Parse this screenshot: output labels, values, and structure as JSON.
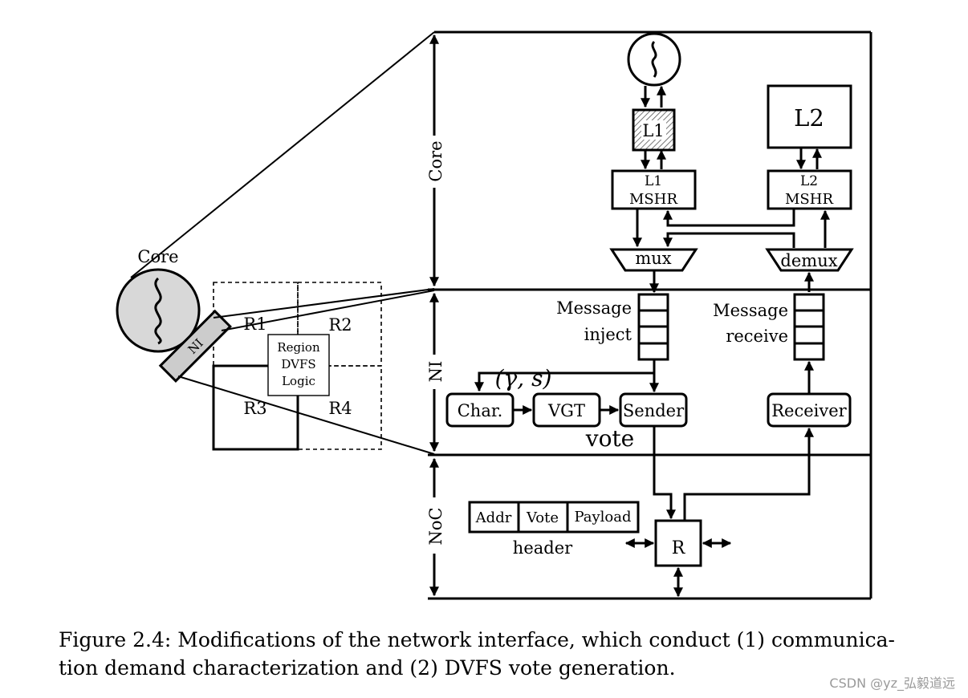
{
  "diagram": {
    "core_label": "Core",
    "ni_tag": "NI",
    "regions": [
      "R1",
      "R2",
      "R3",
      "R4"
    ],
    "region_logic": [
      "Region",
      "DVFS",
      "Logic"
    ],
    "layers": {
      "core": "Core",
      "ni": "NI",
      "noc": "NoC"
    },
    "l1": "L1",
    "l2": "L2",
    "l1_mshr": [
      "L1",
      "MSHR"
    ],
    "l2_mshr": [
      "L2",
      "MSHR"
    ],
    "mux": "mux",
    "demux": "demux",
    "msg_inject": [
      "Message",
      "inject"
    ],
    "msg_receive": [
      "Message",
      "receive"
    ],
    "gamma_s": "(γ, s)",
    "char": "Char.",
    "vgt": "VGT",
    "sender": "Sender",
    "receiver": "Receiver",
    "vote": "vote",
    "header_fields": [
      "Addr",
      "Vote",
      "Payload"
    ],
    "header_label": "header",
    "router": "R"
  },
  "caption": {
    "line1": "Figure 2.4: Modifications of the network interface, which conduct (1) communica-",
    "line2": "tion demand characterization and (2) DVFS vote generation."
  },
  "watermark": "CSDN @yz_弘毅道远"
}
